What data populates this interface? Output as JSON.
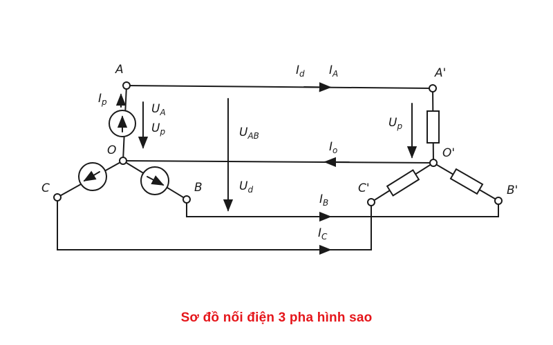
{
  "caption": "Sơ đồ nối điện 3 pha hình sao",
  "colors": {
    "caption": "#e5161b",
    "line": "#1a1a1a"
  },
  "nodes": {
    "A": "A",
    "B": "B",
    "C": "C",
    "O": "O",
    "A_prime": "A'",
    "B_prime": "B'",
    "C_prime": "C'",
    "O_prime": "O'"
  },
  "quantities": {
    "Id": {
      "main": "I",
      "sub": "d"
    },
    "IA": {
      "main": "I",
      "sub": "A"
    },
    "Ip": {
      "main": "I",
      "sub": "p"
    },
    "UA": {
      "main": "U",
      "sub": "A"
    },
    "Up_left": {
      "main": "U",
      "sub": "p"
    },
    "UAB": {
      "main": "U",
      "sub": "AB"
    },
    "Ud": {
      "main": "U",
      "sub": "d"
    },
    "Io": {
      "main": "I",
      "sub": "o"
    },
    "Up_right": {
      "main": "U",
      "sub": "p"
    },
    "IB": {
      "main": "I",
      "sub": "B"
    },
    "IC": {
      "main": "I",
      "sub": "C"
    }
  }
}
